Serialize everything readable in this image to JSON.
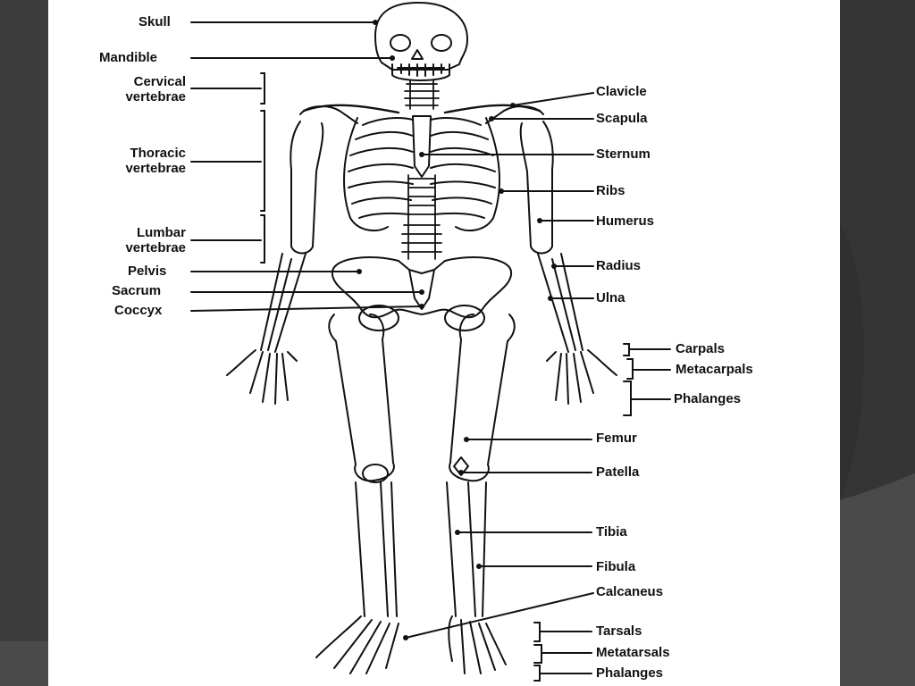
{
  "diagram": {
    "left_labels": {
      "skull": "Skull",
      "mandible": "Mandible",
      "cervical_1": "Cervical",
      "cervical_2": "vertebrae",
      "thoracic_1": "Thoracic",
      "thoracic_2": "vertebrae",
      "lumbar_1": "Lumbar",
      "lumbar_2": "vertebrae",
      "pelvis": "Pelvis",
      "sacrum": "Sacrum",
      "coccyx": "Coccyx"
    },
    "right_labels": {
      "clavicle": "Clavicle",
      "scapula": "Scapula",
      "sternum": "Sternum",
      "ribs": "Ribs",
      "humerus": "Humerus",
      "radius": "Radius",
      "ulna": "Ulna",
      "carpals": "Carpals",
      "metacarpals": "Metacarpals",
      "phalanges_hand": "Phalanges",
      "femur": "Femur",
      "patella": "Patella",
      "tibia": "Tibia",
      "fibula": "Fibula",
      "calcaneus": "Calcaneus",
      "tarsals": "Tarsals",
      "metatarsals": "Metatarsals",
      "phalanges_foot": "Phalanges"
    }
  }
}
